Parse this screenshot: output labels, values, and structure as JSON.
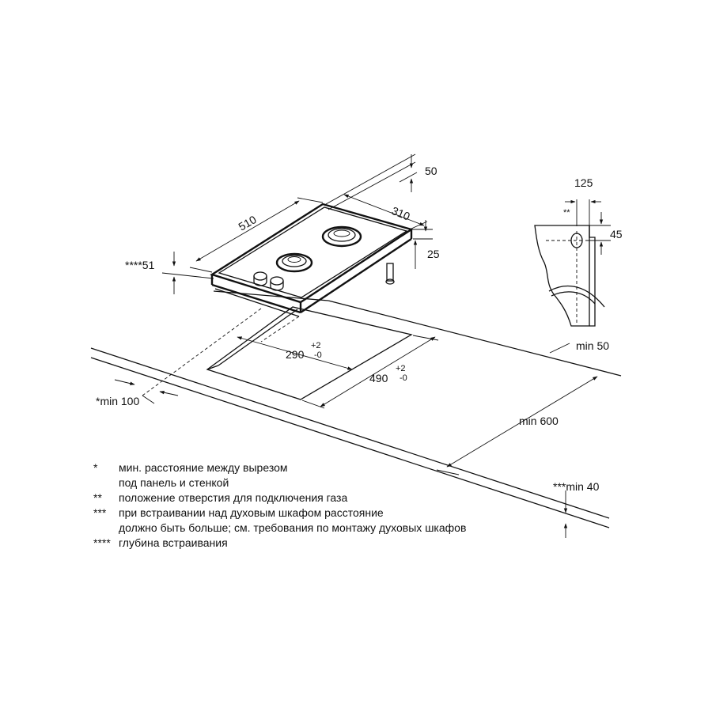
{
  "dimensions": {
    "depth_top": "50",
    "width_front": "310",
    "length": "510",
    "height": "25",
    "depth_mark": "****51",
    "cutout_width": "290",
    "cutout_width_tol_plus": "+2",
    "cutout_width_tol_minus": "-0",
    "cutout_length": "490",
    "cutout_length_tol_plus": "+2",
    "cutout_length_tol_minus": "-0",
    "min_back": "min 50",
    "min_side": "*min 100",
    "min_depth": "min 600",
    "min_below": "***min 40",
    "gas_offset": "125",
    "gas_height": "45",
    "gas_mark": "**"
  },
  "notes": [
    {
      "mark": "*",
      "lines": [
        "мин. расстояние между вырезом",
        "под панель и стенкой"
      ]
    },
    {
      "mark": "**",
      "lines": [
        "положение отверстия для подключения газа"
      ]
    },
    {
      "mark": "***",
      "lines": [
        "при встраивании над духовым шкафом расстояние",
        "должно быть больше; см. требования по монтажу духовых шкафов"
      ]
    },
    {
      "mark": "****",
      "lines": [
        "глубина встраивания"
      ]
    }
  ]
}
